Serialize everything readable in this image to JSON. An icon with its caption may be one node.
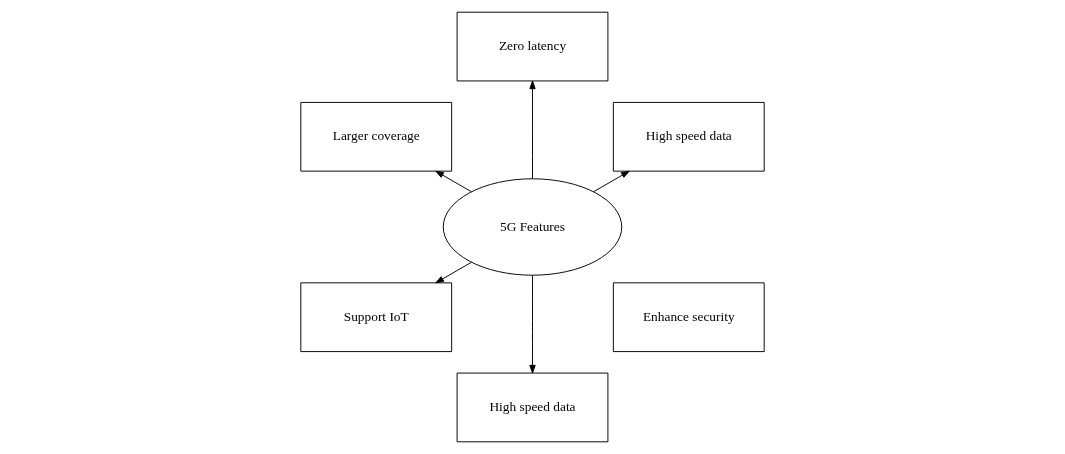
{
  "diagram": {
    "nodes": [
      {
        "text": [
          "High speed data"
        ]
      },
      {
        "text": [
          "Zero latency"
        ]
      },
      {
        "text": [
          "Larger coverage"
        ]
      },
      {
        "text": [
          "5G Features"
        ]
      },
      {
        "text": [
          "Support IoT"
        ]
      },
      {
        "text": [
          "High speed data"
        ]
      },
      {
        "text": [
          "Enhance security"
        ]
      }
    ],
    "edges": [
      {
        "from": 3,
        "to": 0,
        "arrow": "to"
      },
      {
        "from": 3,
        "to": 1,
        "arrow": "to"
      },
      {
        "from": 3,
        "to": 2,
        "arrow": "to"
      },
      {
        "from": 3,
        "to": 4,
        "arrow": "to"
      },
      {
        "from": 3,
        "to": 5,
        "arrow": "to"
      }
    ]
  }
}
